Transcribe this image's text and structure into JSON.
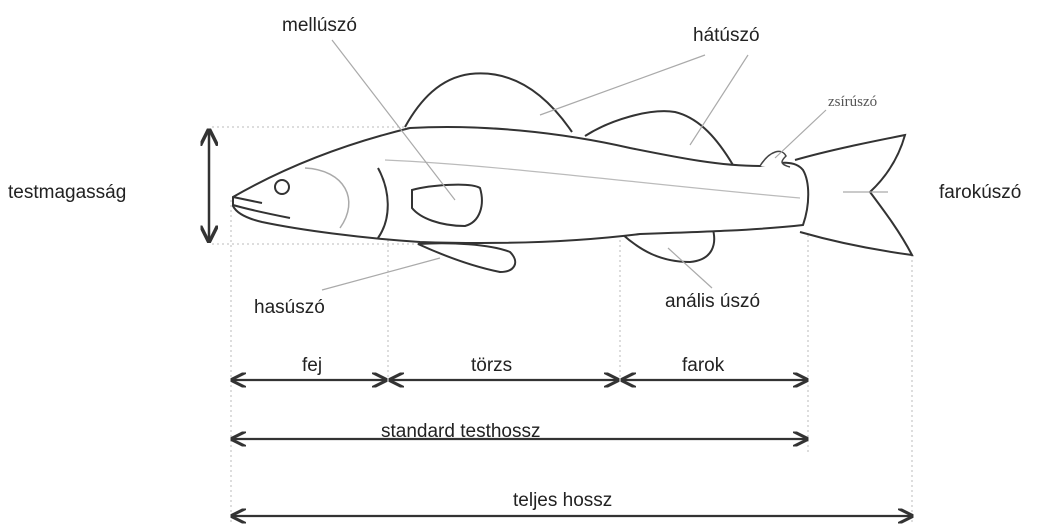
{
  "labels": {
    "pectoral_fin": "mellúszó",
    "dorsal_fin": "hátúszó",
    "adipose_fin": "zsírúszó",
    "body_height": "testmagasság",
    "caudal_fin": "farokúszó",
    "pelvic_fin": "hasúszó",
    "anal_fin": "anális úszó"
  },
  "measurements": {
    "head": "fej",
    "trunk": "törzs",
    "tail": "farok",
    "standard_length": "standard testhossz",
    "total_length": "teljes hossz"
  }
}
